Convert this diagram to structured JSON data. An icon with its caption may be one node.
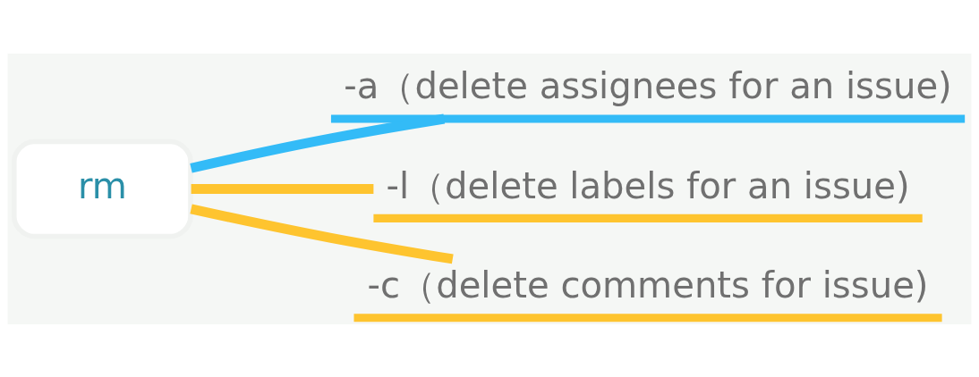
{
  "diagram": {
    "nodes": [
      {
        "text": [
          "rm"
        ]
      },
      {
        "text": [
          "-a（delete assignees for an issue)"
        ]
      },
      {
        "text": [
          "-l（delete labels for an issue)"
        ]
      },
      {
        "text": [
          "-c（delete comments for issue)"
        ]
      }
    ],
    "edges": [
      {
        "from": 0,
        "to": 1,
        "arrow": "none",
        "color": "#33bbf7"
      },
      {
        "from": 0,
        "to": 2,
        "arrow": "none"
      },
      {
        "from": 0,
        "to": 3,
        "arrow": "none"
      }
    ]
  }
}
